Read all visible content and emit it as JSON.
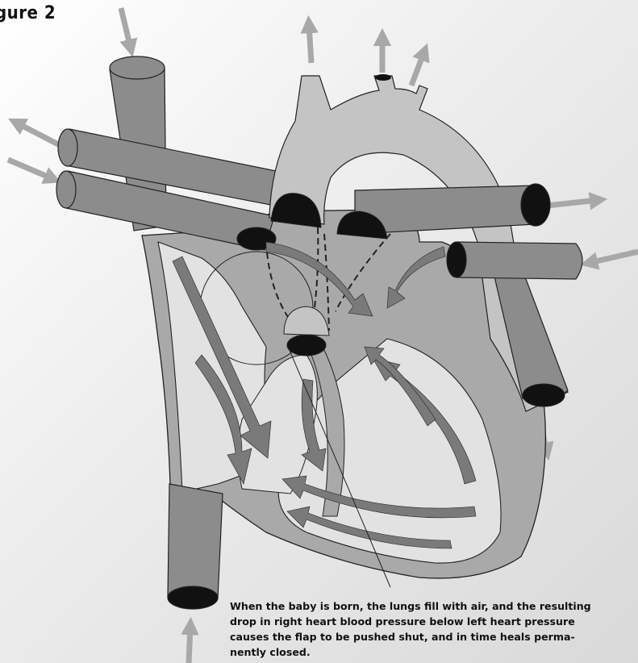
{
  "figure": {
    "label": "gure 2"
  },
  "caption": {
    "lines": [
      "When the baby is born, the lungs fill with air, and the resulting",
      "drop in right heart blood pressure below left heart pressure",
      "causes the flap to be pushed shut, and in time heals perma-",
      "nently closed."
    ]
  },
  "colors": {
    "vessel_dark": "#8c8c8c",
    "vessel_light": "#c4c4c4",
    "chamber_fill": "#e2e2e2",
    "wall_fill": "#a9a9a9",
    "flow_arrow": "#7a7a7a",
    "external_arrow": "#a8a8a8",
    "lumen": "#111111",
    "outline": "#222222"
  }
}
